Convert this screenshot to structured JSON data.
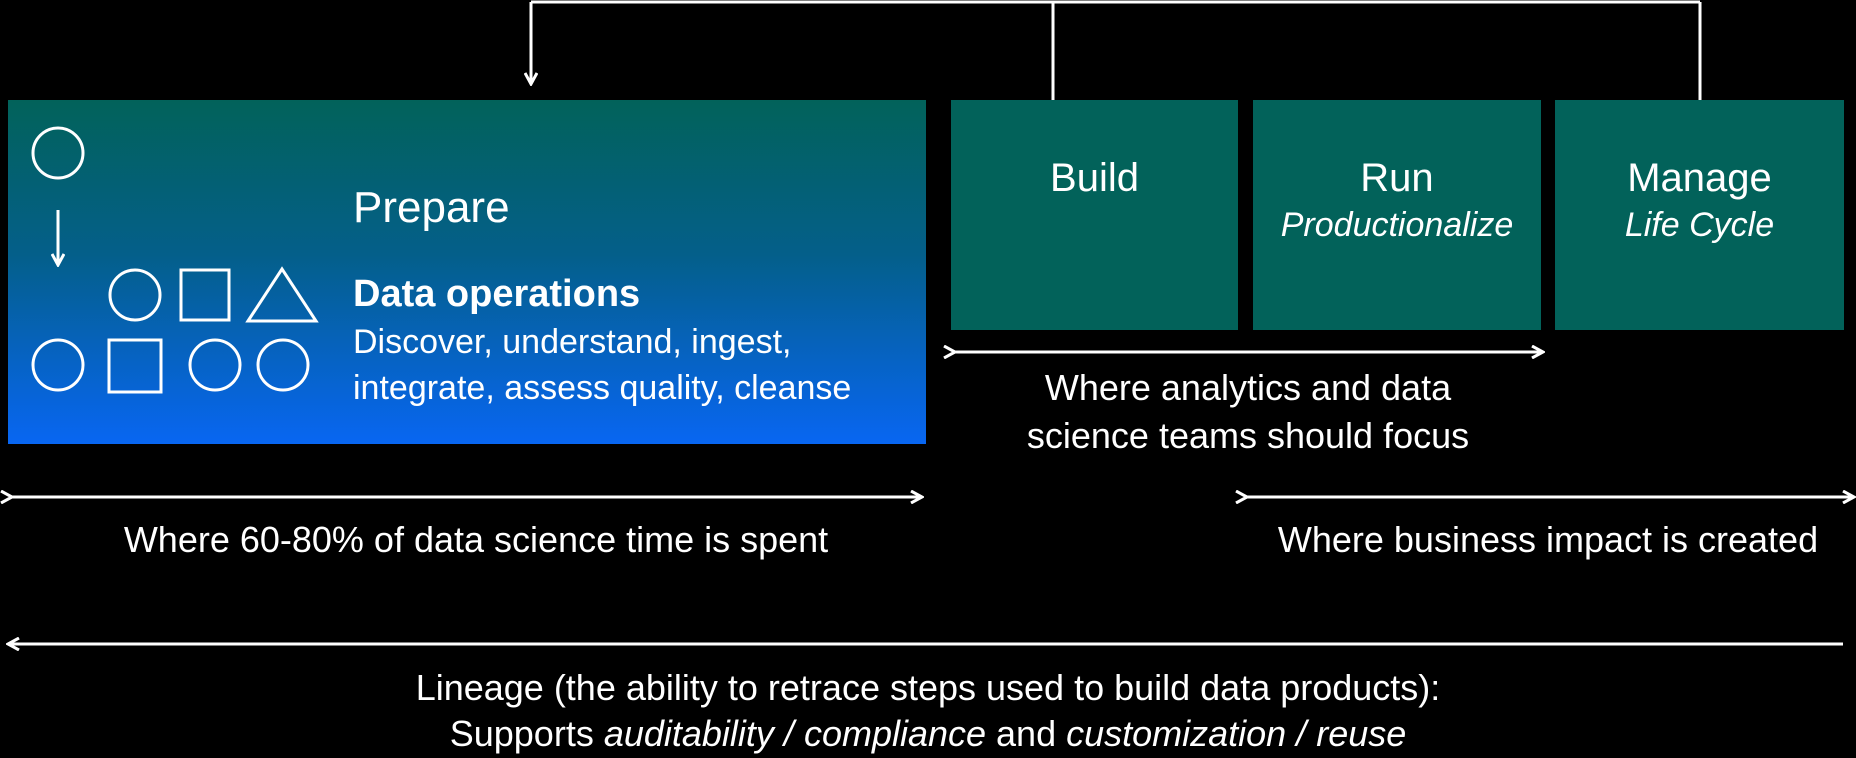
{
  "prepare": {
    "title": "Prepare",
    "subtitle": "Data operations",
    "line1": "Discover, understand, ingest,",
    "line2": "integrate, assess quality, cleanse"
  },
  "stages": {
    "build": {
      "title": "Build",
      "sub": ""
    },
    "run": {
      "title": "Run",
      "sub": "Productionalize"
    },
    "manage": {
      "title": "Manage",
      "sub": "Life Cycle"
    }
  },
  "captions": {
    "prepare_time": "Where 60-80% of data science time is spent",
    "focus_line1": "Where analytics and data",
    "focus_line2": "science teams should focus",
    "impact": "Where business impact is created"
  },
  "lineage": {
    "line1": "Lineage (the ability to retrace steps used to build data products):",
    "line2_a": "Supports ",
    "line2_b": "auditability / compliance",
    "line2_c": " and ",
    "line2_d": "customization / reuse"
  },
  "colors": {
    "teal": "#02625a",
    "blue": "#0866f2",
    "background": "#000000",
    "text": "#ffffff"
  }
}
